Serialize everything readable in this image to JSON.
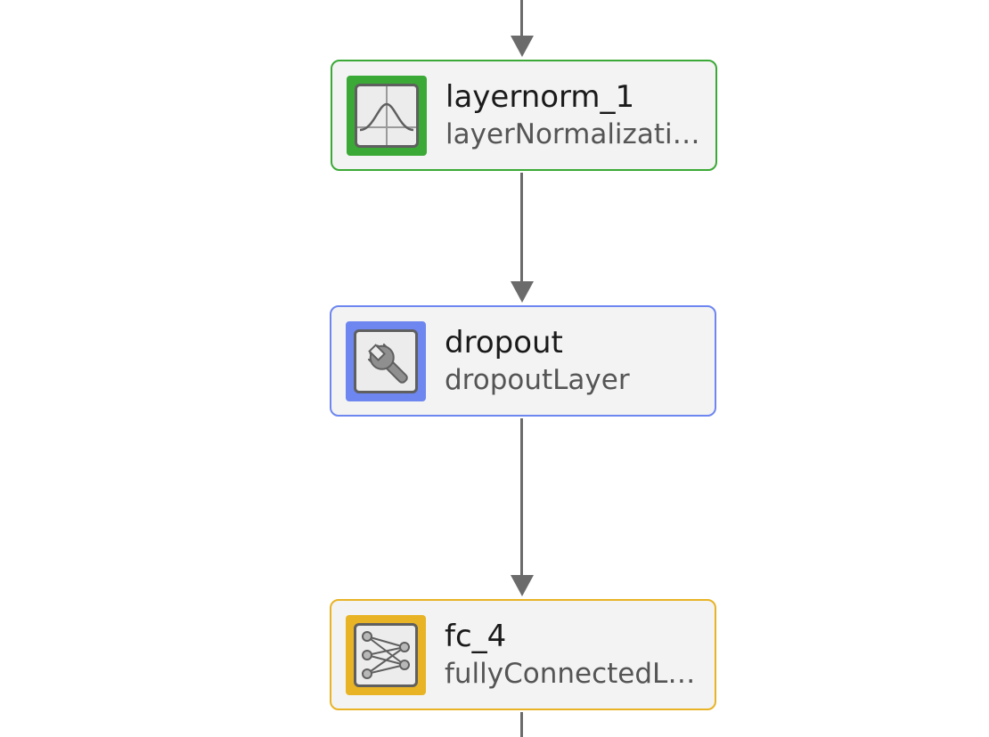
{
  "nodes": [
    {
      "name": "layernorm_1",
      "type": "layerNormalizati…",
      "color": "#3aa935",
      "icon": "bell-curve-icon"
    },
    {
      "name": "dropout",
      "type": "dropoutLayer",
      "color": "#6d86f0",
      "icon": "wrench-icon"
    },
    {
      "name": "fc_4",
      "type": "fullyConnectedL…",
      "color": "#e8b325",
      "icon": "fully-connected-icon"
    }
  ],
  "edge_color": "#6b6b6b"
}
